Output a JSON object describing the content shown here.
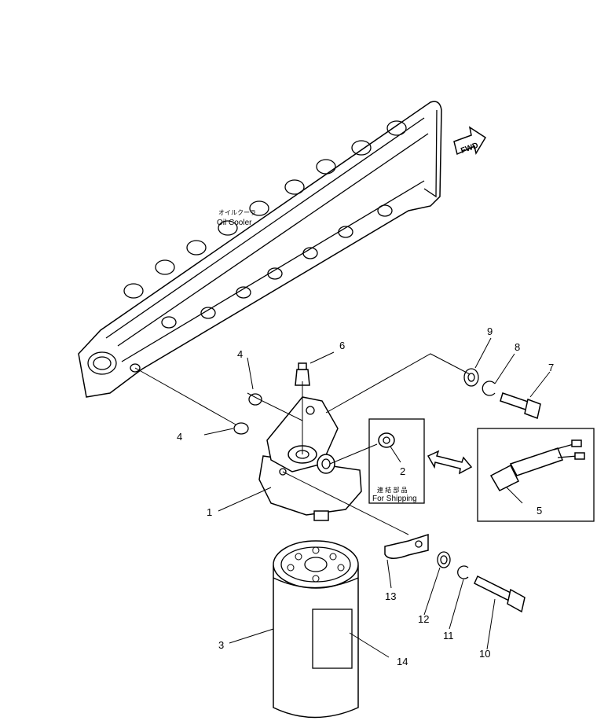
{
  "labels": {
    "fwd": "FWD",
    "oil_cooler_jp": "オイルクーラ",
    "oil_cooler_en": "Oil Cooler",
    "shipping_jp": "連 結 部 品",
    "shipping_en": "For Shipping"
  },
  "callouts": [
    "1",
    "2",
    "3",
    "4",
    "4",
    "5",
    "6",
    "7",
    "8",
    "9",
    "10",
    "11",
    "12",
    "13",
    "14"
  ]
}
